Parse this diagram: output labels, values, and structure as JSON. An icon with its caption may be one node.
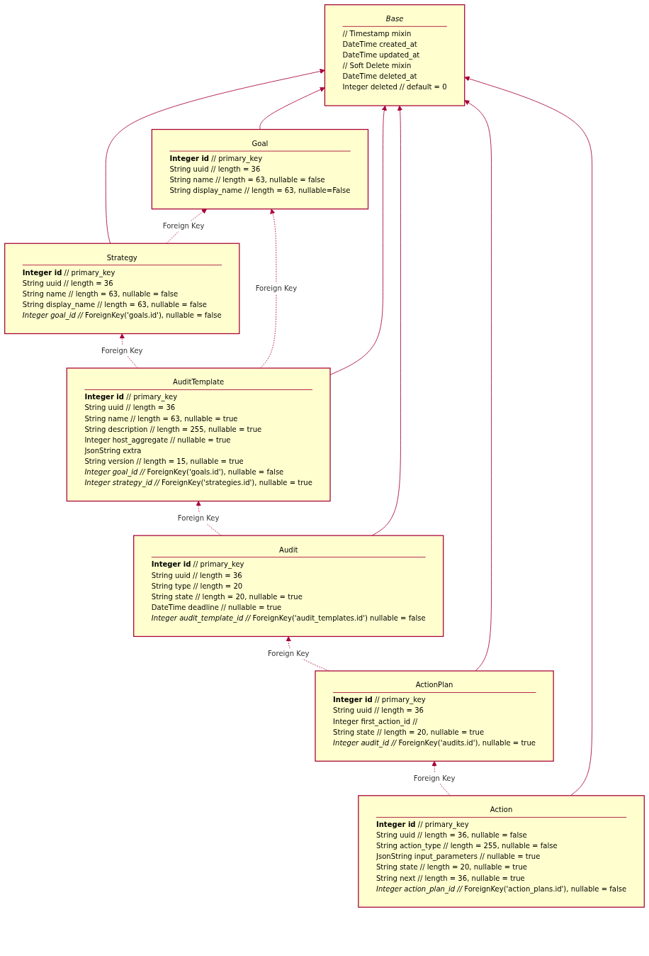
{
  "diagram": {
    "nodes": [
      {
        "text": [
          "Base",
          "// Timestamp mixin",
          "DateTime created_at",
          "DateTime updated_at",
          "// Soft Delete mixin",
          "DateTime deleted_at",
          "Integer deleted // default = 0"
        ]
      },
      {
        "text": [
          "Goal",
          "**Integer id** // primary_key",
          "String uuid // length = 36",
          "String name // length = 63, nullable = false",
          "String display_name // length = 63, nullable=False"
        ]
      },
      {
        "text": [
          "Strategy",
          "**Integer id** // primary_key",
          "String uuid // length = 36",
          "String name // length = 63, nullable = false",
          "String display_name // length = 63, nullable = false",
          "*Integer goal_id //* ForeignKey('goals.id'), nullable = false"
        ]
      },
      {
        "text": [
          "AuditTemplate",
          "**Integer id** // primary_key",
          "String uuid // length = 36",
          "String name // length = 63, nullable = true",
          "String description // length = 255, nullable = true",
          "Integer host_aggregate // nullable = true",
          "JsonString extra",
          "String version // length = 15, nullable = true",
          "*Integer goal_id //* ForeignKey('goals.id'), nullable = false",
          "*Integer strategy_id //* ForeignKey('strategies.id'), nullable = true"
        ]
      },
      {
        "text": [
          "Audit",
          "**Integer id** // primary_key",
          "String uuid // length = 36",
          "String type // length = 20",
          "String state // length = 20, nullable = true",
          "DateTime deadline // nullable = true",
          "*Integer audit_template_id //* ForeignKey('audit_templates.id') nullable = false"
        ]
      },
      {
        "text": [
          "ActionPlan",
          "**Integer id** // primary_key",
          "String uuid // length = 36",
          "Integer first_action_id //",
          "String state // length = 20, nullable = true",
          "*Integer audit_id //* ForeignKey('audits.id'), nullable = true"
        ]
      },
      {
        "text": [
          "Action",
          "**Integer id** // primary_key",
          "String uuid // length = 36, nullable = false",
          "String action_type // length = 255, nullable = false",
          "JsonString input_parameters // nullable = true",
          "String state // length = 20, nullable = true",
          "String next // length = 36, nullable = true",
          "*Integer action_plan_id //* ForeignKey('action_plans.id'), nullable = false"
        ]
      }
    ],
    "edges": [
      {
        "from": 2,
        "to": 0,
        "arrow": "to"
      },
      {
        "from": 1,
        "to": 0,
        "arrow": "to"
      },
      {
        "from": 3,
        "to": 0,
        "arrow": "to"
      },
      {
        "from": 4,
        "to": 0,
        "arrow": "to"
      },
      {
        "from": 5,
        "to": 0,
        "arrow": "to"
      },
      {
        "from": 6,
        "to": 0,
        "arrow": "to"
      },
      {
        "from": 2,
        "to": 1,
        "arrow": "to",
        "label": "Foreign Key",
        "style": "dashed"
      },
      {
        "from": 3,
        "to": 1,
        "arrow": "to",
        "label": "Foreign Key",
        "style": "dashed"
      },
      {
        "from": 3,
        "to": 2,
        "arrow": "to",
        "label": "Foreign Key",
        "style": "dashed"
      },
      {
        "from": 4,
        "to": 3,
        "arrow": "to",
        "label": "Foreign Key",
        "style": "dashed"
      },
      {
        "from": 5,
        "to": 4,
        "arrow": "to",
        "label": "Foreign Key",
        "style": "dashed"
      },
      {
        "from": 6,
        "to": 5,
        "arrow": "to",
        "label": "Foreign Key",
        "style": "dashed"
      }
    ]
  }
}
